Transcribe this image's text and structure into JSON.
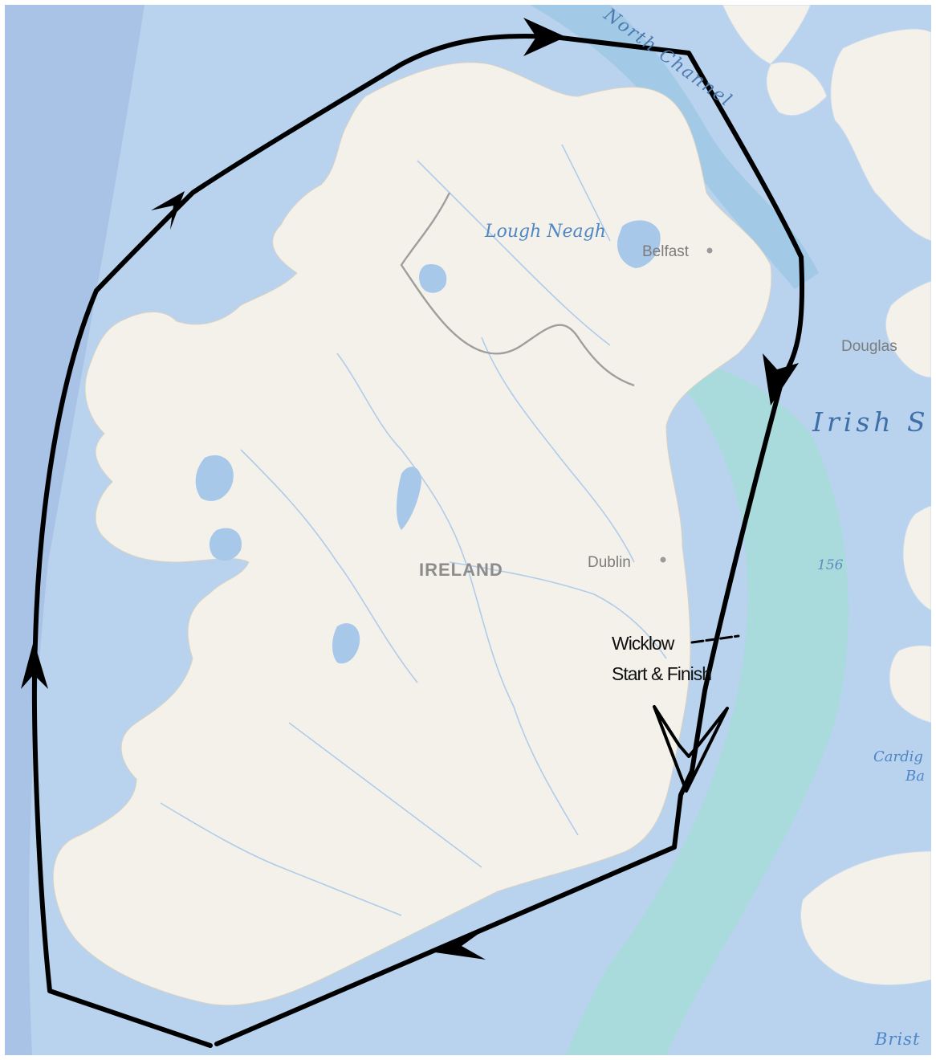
{
  "map": {
    "labels": {
      "north_channel": "North Channel",
      "lough_neagh": "Lough Neagh",
      "belfast": "Belfast",
      "douglas": "Douglas",
      "irish_sea": "Irish S",
      "ireland": "IRELAND",
      "dublin": "Dublin",
      "depth": "156",
      "cardigan_1": "Cardig",
      "cardigan_2": "Ba",
      "bristol": "Brist"
    },
    "route": {
      "start_line": "Wicklow",
      "start_finish": "Start & Finish",
      "direction": "clockwise"
    },
    "colors": {
      "sea": "#b9d3ee",
      "deep_sea": "#a6c4e8",
      "shallow_channel": "#a3dcd8",
      "land": "#f4f1ea",
      "river": "#a8c8ea",
      "route": "#000000"
    }
  }
}
